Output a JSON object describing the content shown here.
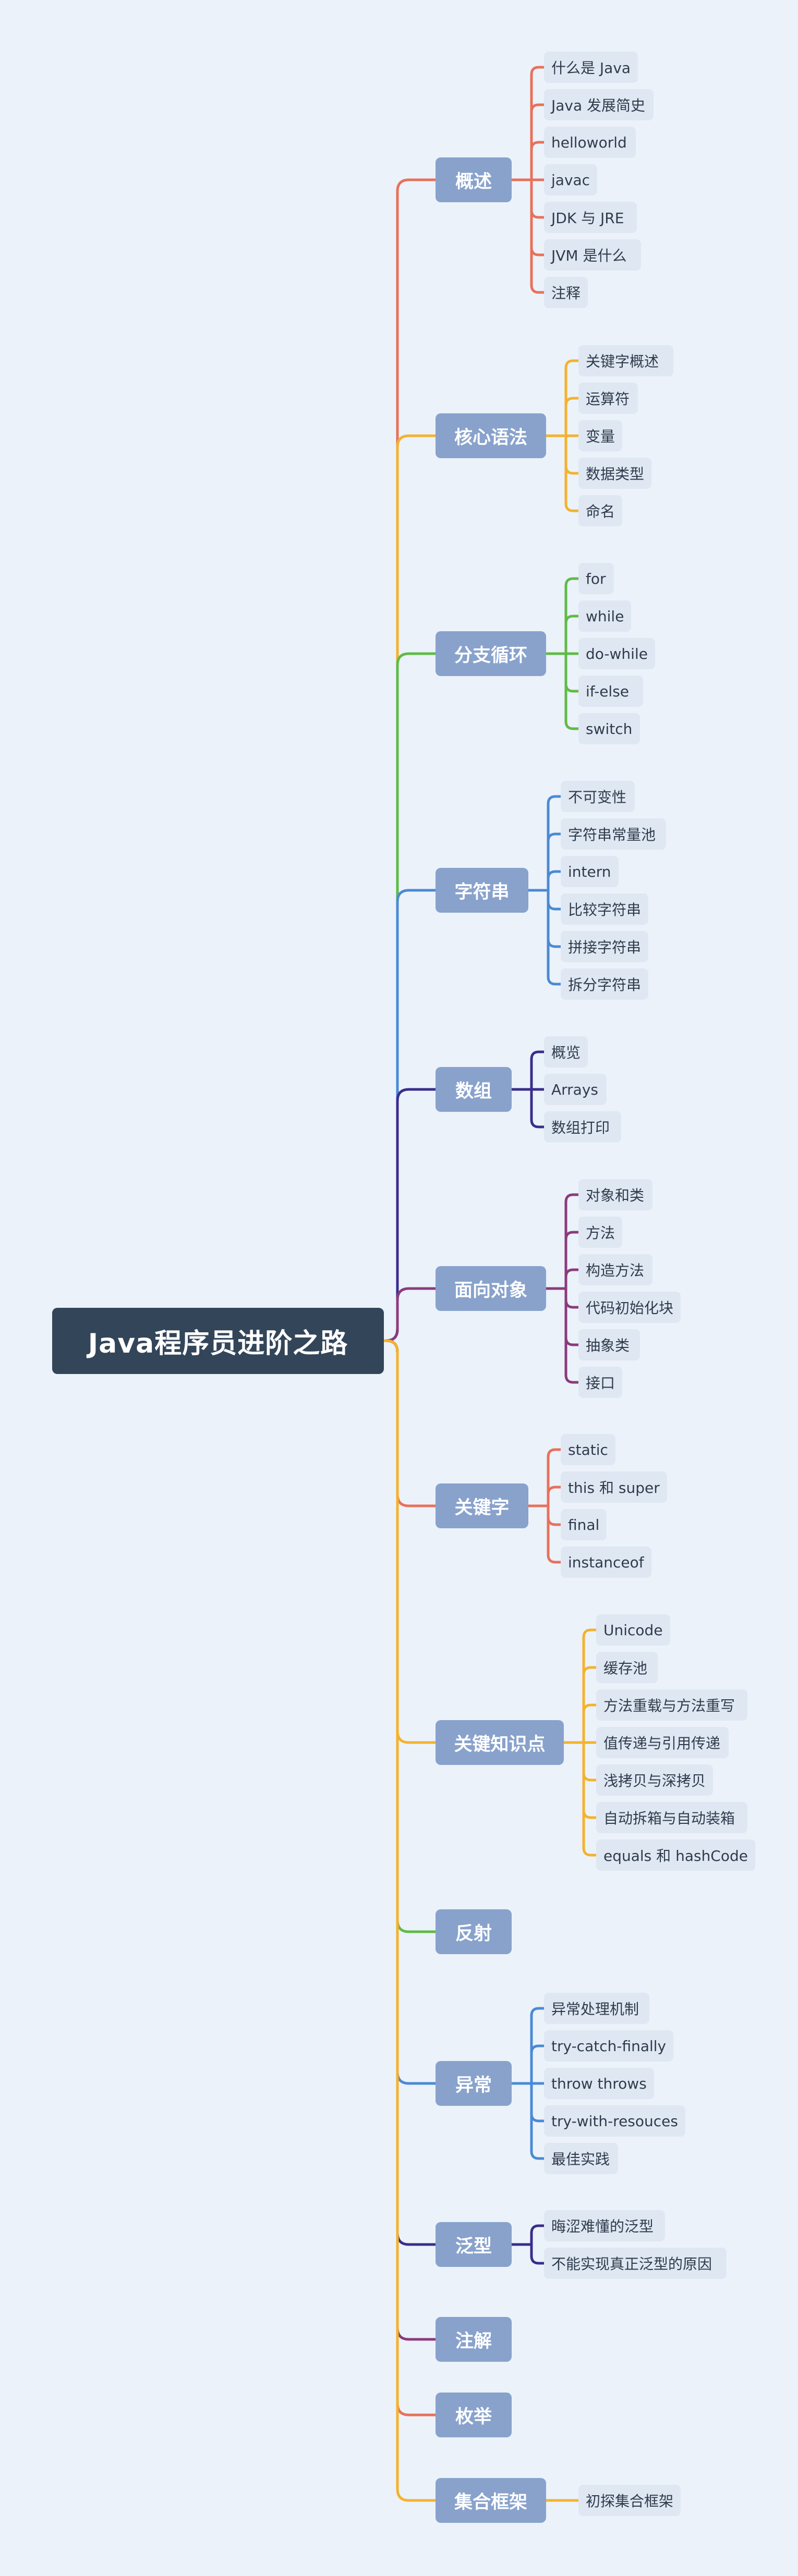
{
  "root": {
    "label": "Java程序员进阶之路"
  },
  "branches": [
    {
      "label": "概述",
      "color": "#e9705a",
      "children": [
        "什么是 Java",
        "Java 发展简史",
        "helloworld",
        "javac",
        "JDK 与 JRE",
        "JVM 是什么",
        "注释"
      ]
    },
    {
      "label": "核心语法",
      "color": "#f4b22d",
      "children": [
        "关键字概述",
        "运算符",
        "变量",
        "数据类型",
        "命名"
      ]
    },
    {
      "label": "分支循环",
      "color": "#5fbb46",
      "children": [
        "for",
        "while",
        "do-while",
        "if-else",
        "switch"
      ]
    },
    {
      "label": "字符串",
      "color": "#4a8ad4",
      "children": [
        "不可变性",
        "字符串常量池",
        "intern",
        "比较字符串",
        "拼接字符串",
        "拆分字符串"
      ]
    },
    {
      "label": "数组",
      "color": "#3a2c8c",
      "children": [
        "概览",
        "Arrays",
        "数组打印"
      ]
    },
    {
      "label": "面向对象",
      "color": "#8c3a7c",
      "children": [
        "对象和类",
        "方法",
        "构造方法",
        "代码初始化块",
        "抽象类",
        "接口"
      ]
    },
    {
      "label": "关键字",
      "color": "#e9705a",
      "children": [
        "static",
        "this 和 super",
        "final",
        "instanceof"
      ]
    },
    {
      "label": "关键知识点",
      "color": "#f4b22d",
      "children": [
        "Unicode",
        "缓存池",
        "方法重载与方法重写",
        "值传递与引用传递",
        "浅拷贝与深拷贝",
        "自动拆箱与自动装箱",
        "equals 和 hashCode"
      ]
    },
    {
      "label": "反射",
      "color": "#5fbb46",
      "children": []
    },
    {
      "label": "异常",
      "color": "#4a8ad4",
      "children": [
        "异常处理机制",
        "try-catch-finally",
        "throw throws",
        "try-with-resouces",
        "最佳实践"
      ]
    },
    {
      "label": "泛型",
      "color": "#3a2c8c",
      "children": [
        "晦涩难懂的泛型",
        "不能实现真正泛型的原因"
      ]
    },
    {
      "label": "注解",
      "color": "#8c3a7c",
      "children": []
    },
    {
      "label": "枚举",
      "color": "#e9705a",
      "children": []
    },
    {
      "label": "集合框架",
      "color": "#f4b22d",
      "children": [
        "初探集合框架"
      ]
    }
  ]
}
